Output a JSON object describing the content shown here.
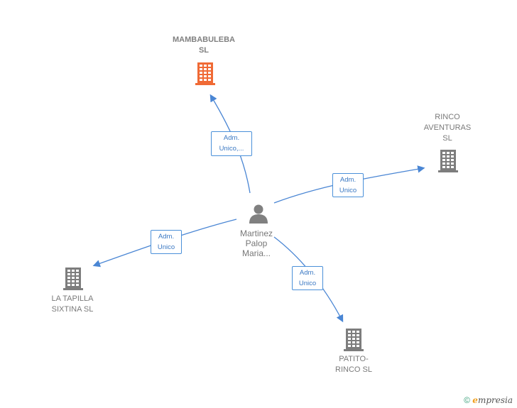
{
  "center": {
    "name": "Martinez\nPalop\nMaria..."
  },
  "nodes": [
    {
      "id": "mambabuleba",
      "label": "MAMBABULEBA\nSL",
      "highlight": true
    },
    {
      "id": "rinco",
      "label": "RINCO\nAVENTURAS\nSL",
      "highlight": false
    },
    {
      "id": "tapilla",
      "label": "LA TAPILLA\nSIXTINA  SL",
      "highlight": false
    },
    {
      "id": "patito",
      "label": "PATITO-\nRINCO SL",
      "highlight": false
    }
  ],
  "edges": [
    {
      "to": "mambabuleba",
      "label": "Adm.\nUnico,..."
    },
    {
      "to": "rinco",
      "label": "Adm.\nUnico"
    },
    {
      "to": "tapilla",
      "label": "Adm.\nUnico"
    },
    {
      "to": "patito",
      "label": "Adm.\nUnico"
    }
  ],
  "colors": {
    "edge": "#4a86d4",
    "building_highlight": "#f06a35",
    "building": "#7d7d7d",
    "person": "#808080"
  },
  "footer": {
    "copyright": "©",
    "brand_first": "e",
    "brand_rest": "mpresia"
  }
}
